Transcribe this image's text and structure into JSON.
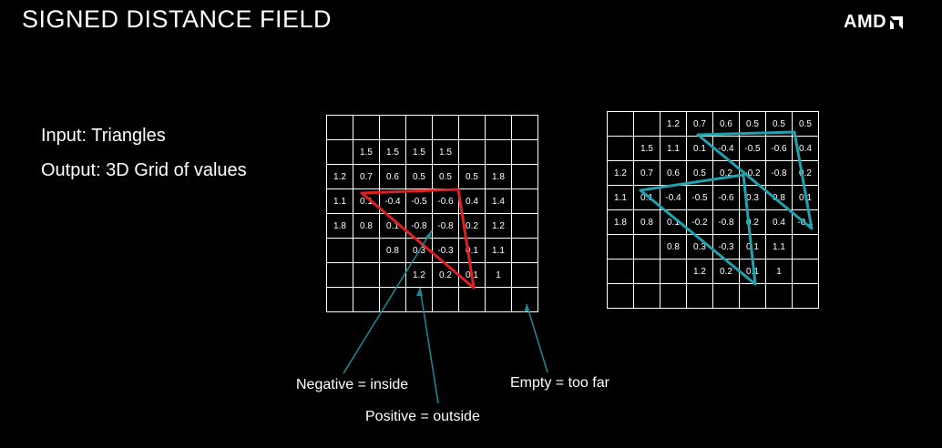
{
  "slide": {
    "title": "SIGNED DISTANCE FIELD",
    "logo_text": "AMD",
    "bullets": [
      "Input: Triangles",
      "Output: 3D Grid of values"
    ]
  },
  "annotations": {
    "negative": "Negative = inside",
    "positive": "Positive = outside",
    "empty": "Empty = too far"
  },
  "grids": {
    "left": [
      [
        "",
        "",
        "",
        "",
        "",
        "",
        "",
        ""
      ],
      [
        "",
        "1.5",
        "1.5",
        "1.5",
        "1.5",
        "",
        "",
        ""
      ],
      [
        "1.2",
        "0.7",
        "0.6",
        "0.5",
        "0.5",
        "0.5",
        "1.8",
        ""
      ],
      [
        "1.1",
        "0.1",
        "-0.4",
        "-0.5",
        "-0.6",
        "0.4",
        "1.4",
        ""
      ],
      [
        "1.8",
        "0.8",
        "0.1",
        "-0.8",
        "-0.8",
        "0.2",
        "1.2",
        ""
      ],
      [
        "",
        "",
        "0.8",
        "0.3",
        "-0.3",
        "0.1",
        "1.1",
        ""
      ],
      [
        "",
        "",
        "",
        "1.2",
        "0.2",
        "0.1",
        "1",
        ""
      ],
      [
        "",
        "",
        "",
        "",
        "",
        "",
        "",
        ""
      ]
    ],
    "right": [
      [
        "",
        "",
        "1.2",
        "0.7",
        "0.6",
        "0.5",
        "0.5",
        "0.5"
      ],
      [
        "",
        "1.5",
        "1.1",
        "0.1",
        "-0.4",
        "-0.5",
        "-0.6",
        "0.4"
      ],
      [
        "1.2",
        "0.7",
        "0.6",
        "0.5",
        "0.2",
        "-0.2",
        "-0.8",
        "0.2"
      ],
      [
        "1.1",
        "0.1",
        "-0.4",
        "-0.5",
        "-0.6",
        "0.3",
        "0.8",
        "0.1"
      ],
      [
        "1.8",
        "0.8",
        "0.1",
        "-0.2",
        "-0.8",
        "0.2",
        "0.4",
        "-0.1"
      ],
      [
        "",
        "",
        "0.8",
        "0.3",
        "-0.3",
        "0.1",
        "1.1",
        ""
      ],
      [
        "",
        "",
        "",
        "1.2",
        "0.2",
        "0.1",
        "1",
        ""
      ],
      [
        "",
        "",
        "",
        "",
        "",
        "",
        "",
        ""
      ]
    ]
  },
  "colors": {
    "background": "#000000",
    "text": "#ffffff",
    "triangle_left": "#e02020",
    "triangle_right": "#1fa3b0",
    "pointer": "#1f8a96"
  }
}
